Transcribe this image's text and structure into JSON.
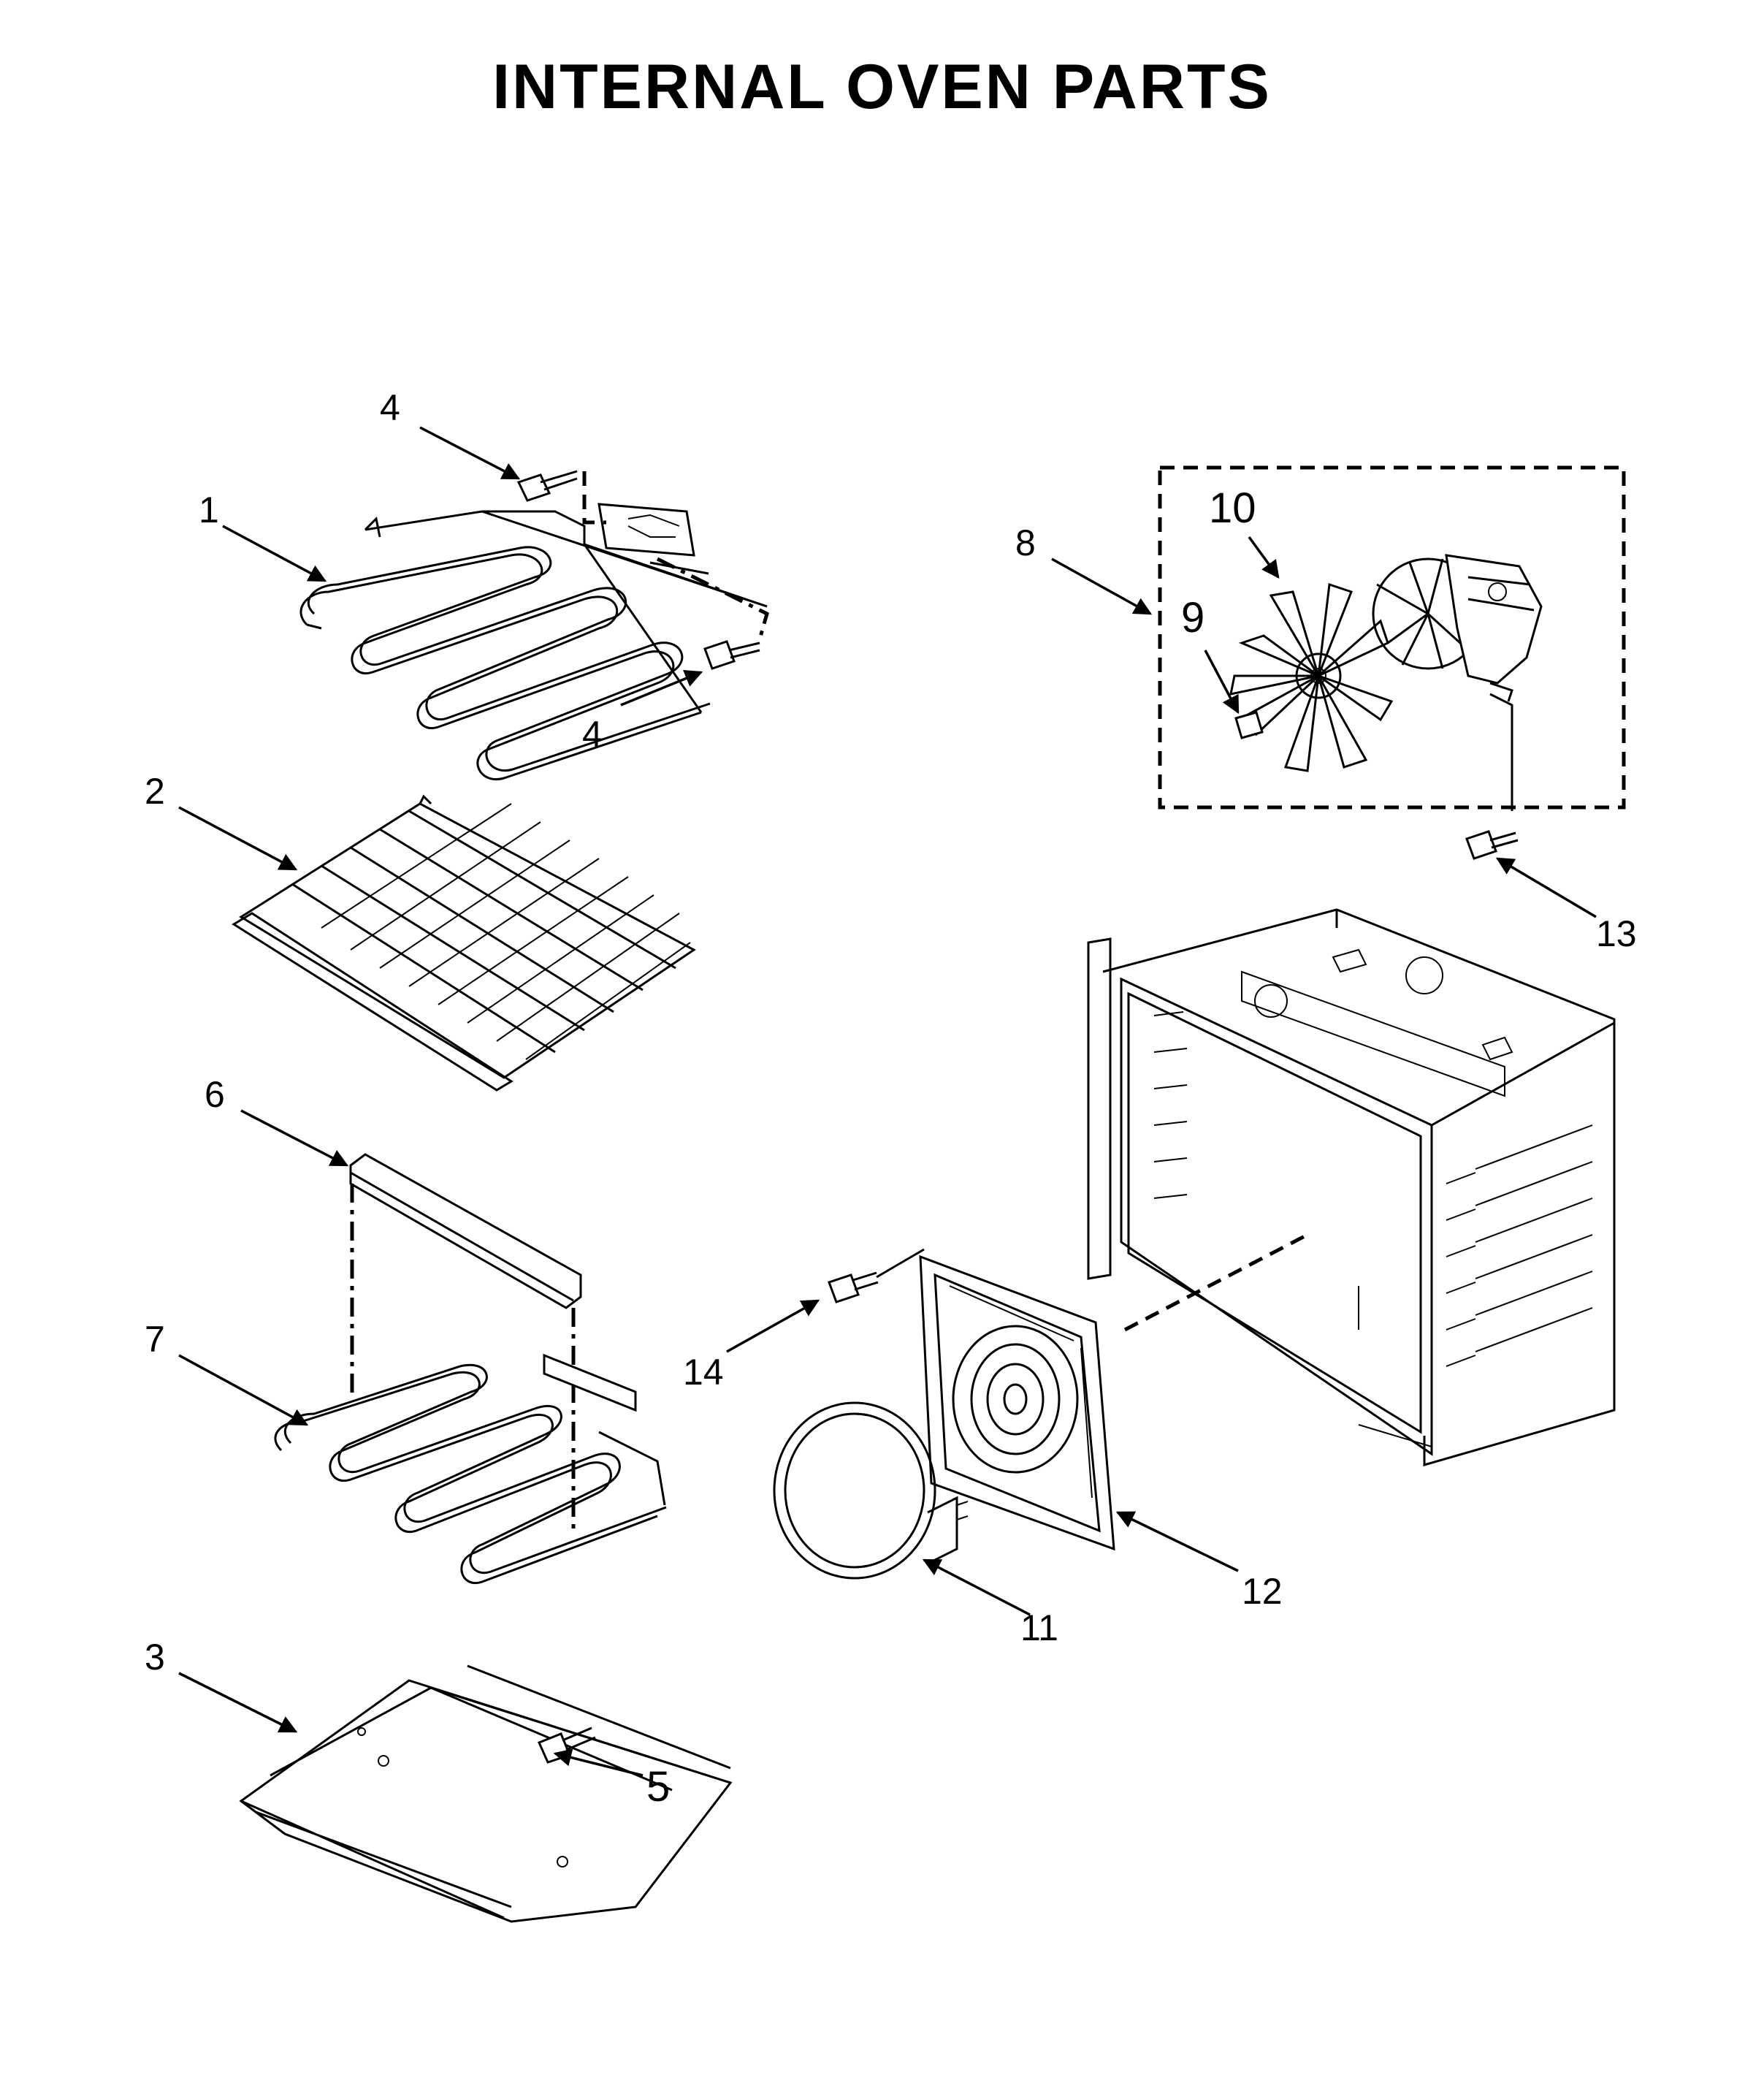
{
  "title": "INTERNAL OVEN PARTS",
  "callouts": [
    {
      "id": "c1",
      "label": "1"
    },
    {
      "id": "c2",
      "label": "2"
    },
    {
      "id": "c3",
      "label": "3"
    },
    {
      "id": "c4a",
      "label": "4"
    },
    {
      "id": "c4b",
      "label": "4"
    },
    {
      "id": "c5",
      "label": "5"
    },
    {
      "id": "c6",
      "label": "6"
    },
    {
      "id": "c7",
      "label": "7"
    },
    {
      "id": "c8",
      "label": "8"
    },
    {
      "id": "c9",
      "label": "9"
    },
    {
      "id": "c10",
      "label": "10"
    },
    {
      "id": "c11",
      "label": "11"
    },
    {
      "id": "c12",
      "label": "12"
    },
    {
      "id": "c13",
      "label": "13"
    },
    {
      "id": "c14",
      "label": "14"
    }
  ]
}
